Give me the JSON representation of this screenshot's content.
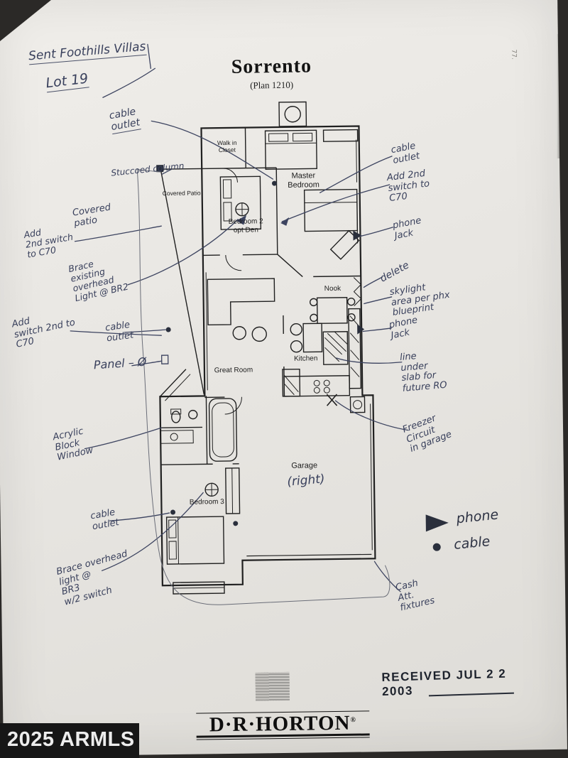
{
  "meta": {
    "watermark": "2025 ARMLS",
    "page_artifact": "77."
  },
  "title": {
    "main": "Sorrento",
    "sub": "(Plan 1210)"
  },
  "header": {
    "line1": "Sent Foothills Villas",
    "line2": "Lot 19"
  },
  "rooms": {
    "walk_in_closet": "Walk in\nCloset",
    "master_bedroom": "Master\nBedroom",
    "bedroom2": "Bedroom 2\nopt Den",
    "covered_patio": "Covered Patio",
    "nook": "Nook",
    "great_room": "Great Room",
    "kitchen": "Kitchen",
    "bedroom3": "Bedroom 3",
    "garage": "Garage",
    "garage_orientation": "(right)"
  },
  "notes": {
    "cable_outlet_top": "cable\noutlet",
    "stuccoed_column": "Stuccoed column",
    "covered_patio_hw": "Covered\npatio",
    "add_switch_patio": "Add\n2nd switch\nto C70",
    "brace_br2": "Brace\nexisting\noverhead\nLight @ BR2",
    "add_switch_great": "Add\nswitch 2nd to\nC70",
    "cable_outlet_great": "cable\noutlet",
    "panel": "Panel – Ø",
    "acrylic_block": "Acrylic\nBlock\nWindow",
    "cable_outlet_br3": "cable\noutlet",
    "brace_br3": "Brace overhead\nlight @\nBR3\nw/2 switch",
    "cable_outlet_master": "cable\noutlet",
    "add_switch_master": "Add 2nd\nswitch to\nC70",
    "phone_jack_master": "phone\nJack",
    "delete_note": "delete",
    "skylight": "skylight\narea per phx\nblueprint",
    "phone_jack_kitchen": "phone\nJack",
    "line_under_slab": "line\nunder\nslab for\nfuture RO",
    "freezer_circuit": "Freezer\nCircuit\nin garage",
    "cash_fixtures": "Cash\nAtt.\nfixtures"
  },
  "legend": {
    "phone": "phone",
    "cable": "cable"
  },
  "stamp": {
    "received": "RECEIVED JUL 2 2 2003"
  },
  "logo": {
    "name": "D·R·HORTON",
    "registered": "®"
  }
}
